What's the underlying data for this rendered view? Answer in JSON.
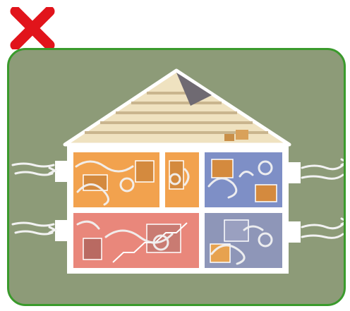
{
  "status": {
    "mark_icon": "red-x-icon",
    "mark_color": "#e1141b"
  },
  "illustration": {
    "subject": "house-cross-section-airflow",
    "frame_color": "#3a9a2c",
    "background_color": "#8d9b78",
    "rooms": [
      {
        "name": "upper-left-room",
        "color": "#f2a24e"
      },
      {
        "name": "upper-middle-room",
        "color": "#f2a24e"
      },
      {
        "name": "upper-right-room",
        "color": "#7e8fc6"
      },
      {
        "name": "lower-left-room",
        "color": "#e9877b"
      },
      {
        "name": "lower-right-room",
        "color": "#8e96b8"
      }
    ],
    "airflow": {
      "in_side": "left",
      "out_side": "right",
      "color": "#f2f2f2"
    }
  }
}
